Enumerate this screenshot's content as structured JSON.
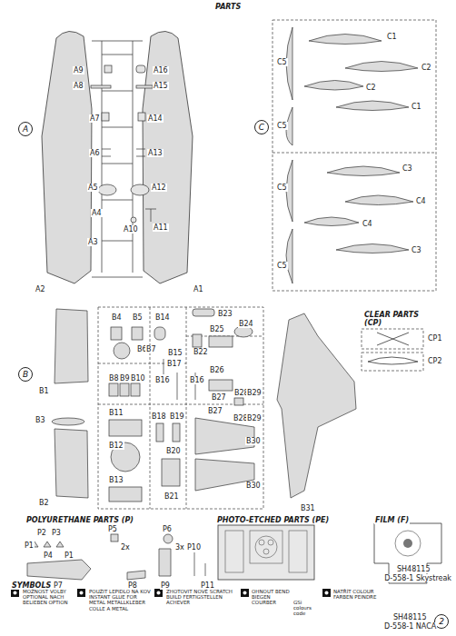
{
  "diagram": {
    "title": "PARTS",
    "nodes": [
      {
        "text": [
          "A"
        ]
      },
      {
        "text": [
          "C"
        ]
      },
      {
        "text": [
          "B"
        ]
      },
      {
        "text": [
          "2"
        ]
      }
    ],
    "labels": [
      "A9",
      "A16",
      "A8",
      "A15",
      "A7",
      "A14",
      "A6",
      "A13",
      "A5",
      "A12",
      "A4",
      "A10",
      "A11",
      "A3",
      "A2",
      "A1",
      "C1",
      "C5",
      "C2",
      "C2",
      "C5",
      "C1",
      "C3",
      "C5",
      "C4",
      "C4",
      "C5",
      "C3",
      "B4",
      "B5",
      "B14",
      "B23",
      "B22",
      "B24",
      "B25",
      "B6",
      "B7",
      "B15",
      "B16",
      "B16",
      "B17",
      "B8",
      "B9",
      "B10",
      "B26",
      "B27",
      "B28",
      "B29",
      "B1",
      "B3",
      "B11",
      "B18",
      "B19",
      "B27",
      "B28",
      "B29",
      "B12",
      "B20",
      "B30",
      "B13",
      "B21",
      "B30",
      "B2",
      "B31",
      "CLEAR PARTS (CP)",
      "CP1",
      "CP2",
      "POLYURETHANE PARTS (P)",
      "P2",
      "P3",
      "P1",
      "P4",
      "P1",
      "P5",
      "2x",
      "P6",
      "3x",
      "P10",
      "P7",
      "P8",
      "P9",
      "P11",
      "PHOTO-ETCHED PARTS (PE)",
      "FILM (F)",
      "SH48115",
      "D-558-1 Skystreak",
      "SYMBOLS",
      "MOŽNOST VOLBY OPTIONAL NACH BELIEBEN OPTION",
      "POUŽIT LEPIDLO NA KOV INSTANT GLUE FOR METAL METALLKLEBER COLLE A METAL",
      "ZHOTOVIT NOVÉ SCRATCH BUILD FERTIGSTELLEN ACHEVER",
      "OHNOUT BEND BIEGEN COURBER",
      "GSi colours code",
      "NATŘÍT COLOUR FARBEN PEINDRE",
      "SH48115",
      "D-558-1 NACA"
    ]
  }
}
